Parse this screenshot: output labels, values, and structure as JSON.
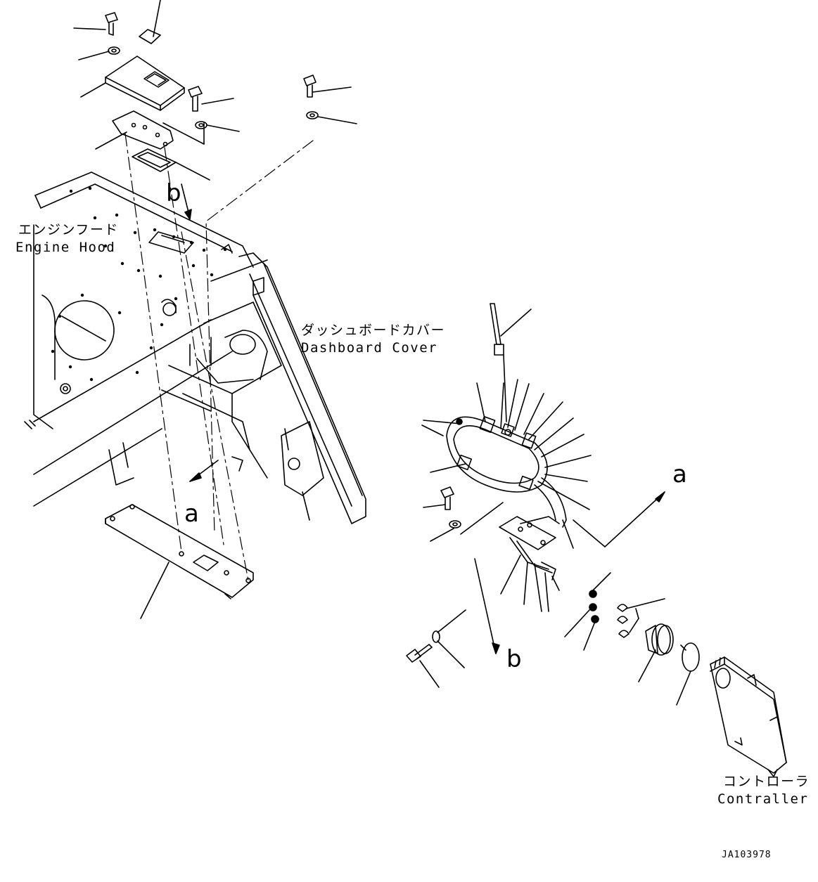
{
  "labels": {
    "engine_hood_jp": "エンジンフード",
    "engine_hood_en": "Engine Hood",
    "dashboard_cover_jp": "ダッシュボードカバー",
    "dashboard_cover_en": "Dashboard Cover",
    "controller_jp": "コントローラ",
    "controller_en": "Contraller"
  },
  "view_markers": {
    "a_upper": "a",
    "b_upper": "b",
    "a_lower": "a",
    "b_lower": "b"
  },
  "drawing_code": "JA103978"
}
